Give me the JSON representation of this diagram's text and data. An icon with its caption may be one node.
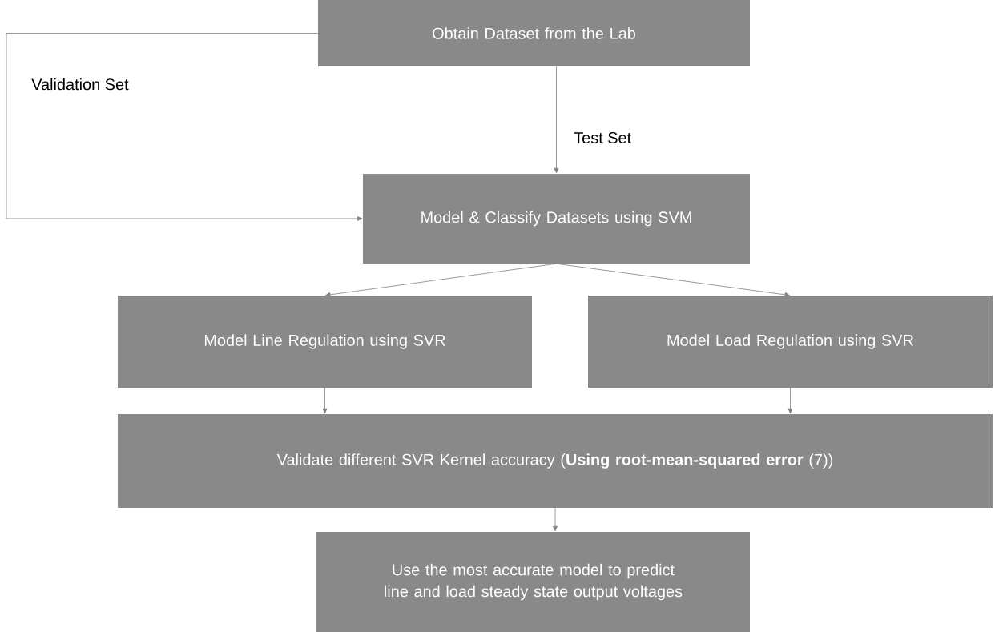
{
  "diagram": {
    "nodes": [
      {
        "text": [
          "Obtain Dataset from the Lab"
        ]
      },
      {
        "text": [
          "Model & Classify Datasets using SVM"
        ]
      },
      {
        "text": [
          "Model Line Regulation using SVR"
        ]
      },
      {
        "text": [
          "Model Load Regulation using SVR"
        ]
      },
      {
        "text": [
          "Validate different SVR Kernel accuracy (**Using root-mean-squared error** (7))"
        ]
      },
      {
        "text": [
          "Use the most accurate model to predict line and load steady state output voltages"
        ]
      }
    ],
    "edges": [
      {
        "from": 0,
        "to": 1,
        "arrow": "to",
        "label": "Test Set"
      },
      {
        "from": 0,
        "to": 1,
        "arrow": "to",
        "label": "Validation Set"
      },
      {
        "from": 1,
        "to": 2,
        "arrow": "to"
      },
      {
        "from": 1,
        "to": 3,
        "arrow": "to"
      },
      {
        "from": 2,
        "to": 4,
        "arrow": "to"
      },
      {
        "from": 3,
        "to": 4,
        "arrow": "to"
      },
      {
        "from": 4,
        "to": 5,
        "arrow": "to"
      }
    ]
  }
}
